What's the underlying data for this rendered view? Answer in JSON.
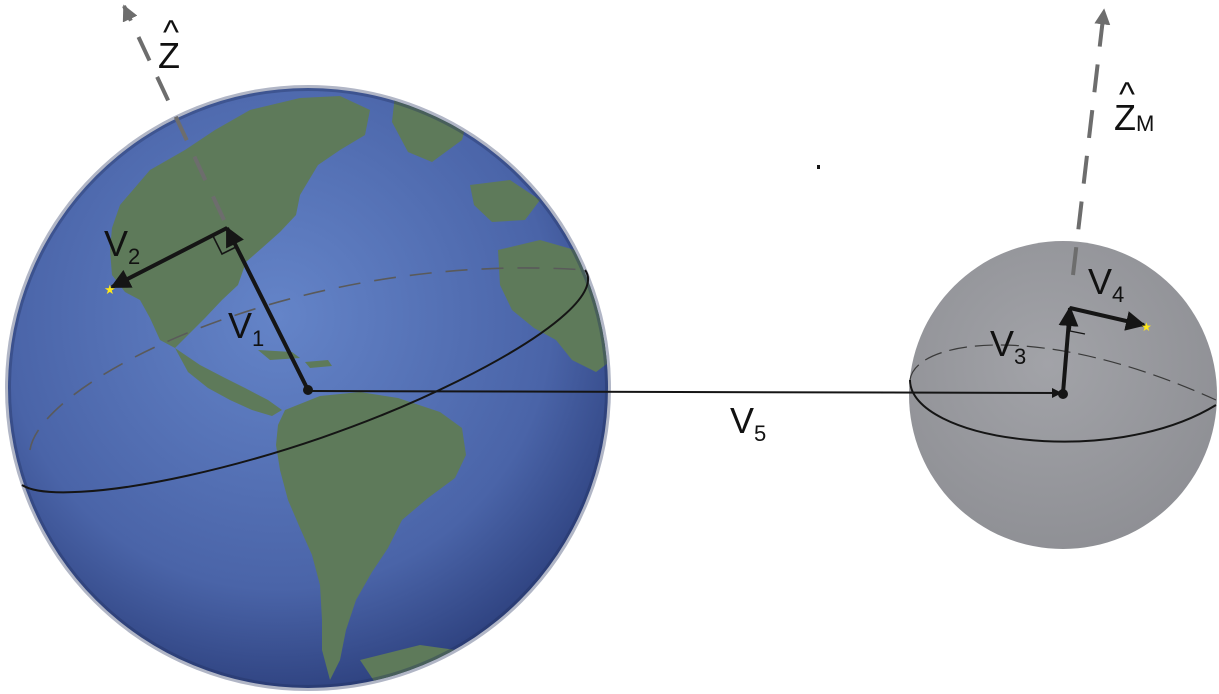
{
  "labels": {
    "z_axis": {
      "base": "Z",
      "hat": "^"
    },
    "z_moon_axis": {
      "base": "Z",
      "hat": "^",
      "sub": "M"
    },
    "v1": {
      "base": "V",
      "sub": "1"
    },
    "v2": {
      "base": "V",
      "sub": "2"
    },
    "v3": {
      "base": "V",
      "sub": "3"
    },
    "v4": {
      "base": "V",
      "sub": "4"
    },
    "v5": {
      "base": "V",
      "sub": "5"
    }
  },
  "colors": {
    "ocean": "#4a64a8",
    "land": "#5e7a5a",
    "moon": "#94959a",
    "axis_dash": "#6d6d6d",
    "vector": "#151515",
    "star": "#ffe81a"
  },
  "icons": {
    "site_marker": "star-icon",
    "moon_site_marker": "star-icon"
  }
}
